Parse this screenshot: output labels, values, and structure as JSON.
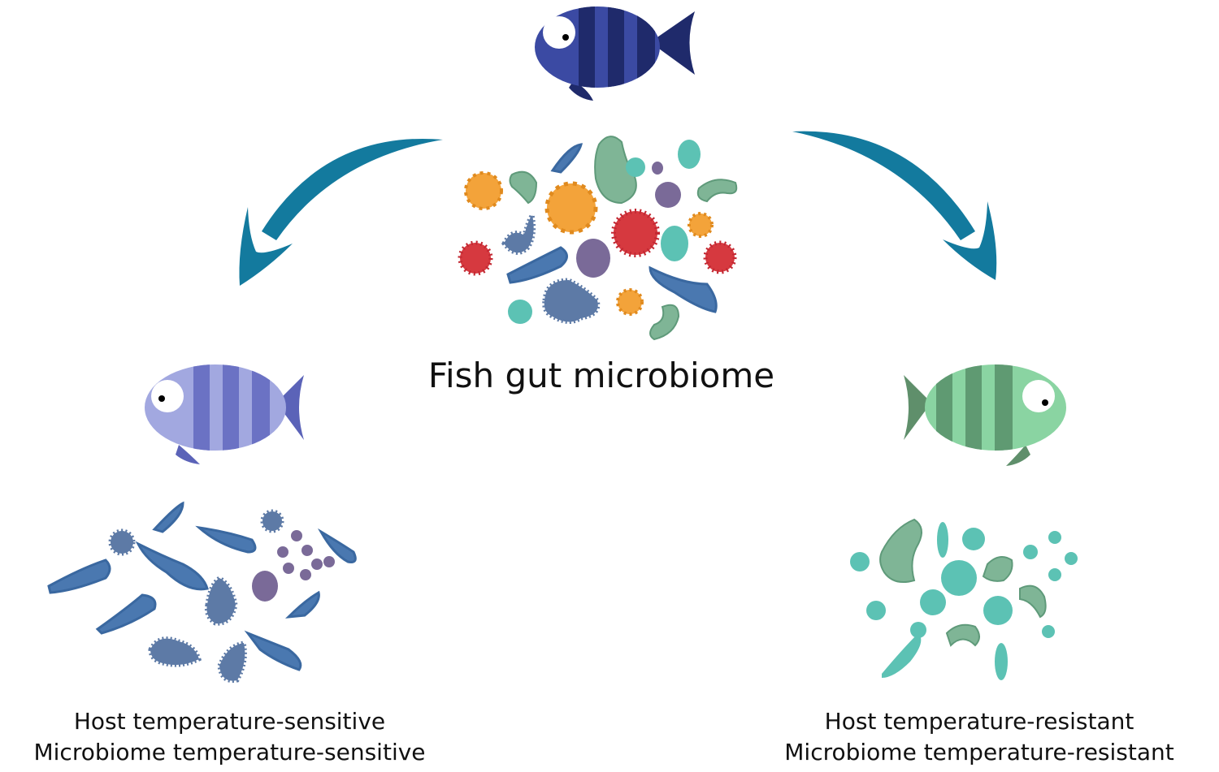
{
  "center": {
    "title": "Fish gut microbiome"
  },
  "left": {
    "line1": "Host temperature-sensitive",
    "line2": "Microbiome temperature-sensitive"
  },
  "right": {
    "line1": "Host temperature-resistant",
    "line2": "Microbiome temperature-resistant"
  },
  "colors": {
    "arrow": "#137a9e",
    "fish_top": "#3a48a0",
    "fish_left": "#8f95d8",
    "fish_right": "#7dcf98",
    "microbe_blue": "#4a78b0",
    "microbe_teal": "#5cc2b4",
    "microbe_green": "#7fb596",
    "microbe_orange": "#f3a33a",
    "microbe_red": "#d6393f",
    "microbe_purple": "#7a6a98"
  }
}
